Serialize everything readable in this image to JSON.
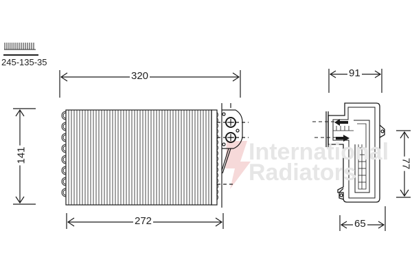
{
  "part_number": "245-135-35",
  "watermark": {
    "line1": "International",
    "line2": "Radiators",
    "color": "#e6e6e6",
    "logo_color": "#f2c8c8"
  },
  "front_view": {
    "dimensions": {
      "overall_width": "320",
      "core_width": "272",
      "height": "141"
    }
  },
  "side_view": {
    "dimensions": {
      "depth_top": "91",
      "depth_bottom": "65",
      "height": "77"
    }
  },
  "colors": {
    "line": "#1a1a1a",
    "background": "#ffffff"
  }
}
